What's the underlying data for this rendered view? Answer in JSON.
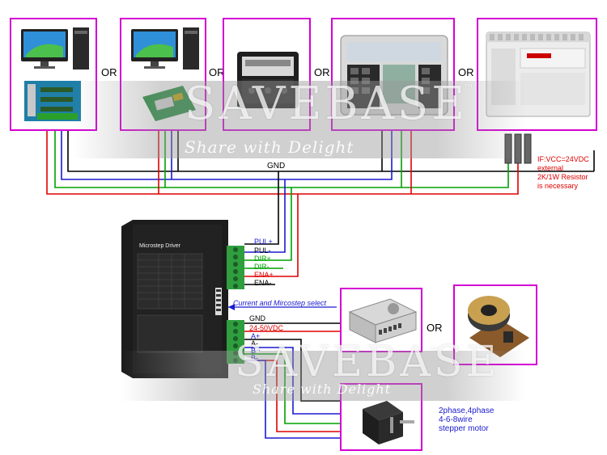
{
  "devices_top": {
    "or_labels": [
      "OR",
      "OR",
      "OR",
      "OR"
    ]
  },
  "watermark": {
    "main": "SAVEBASE",
    "trademark": "™",
    "tagline": "Share with Delight"
  },
  "wiring_top": {
    "gnd_label": "GND",
    "resistor_note": "IF:VCC=24VDC\nexternal\n2K/1W Resistor\nis necessary"
  },
  "driver": {
    "title": "Microstep Driver",
    "signal_labels": [
      "PUL+",
      "PUL-",
      "DIR+",
      "DIR-",
      "ENA+",
      "ENA-"
    ],
    "signal_colors": [
      "#1a1ad0",
      "#000000",
      "#00a000",
      "#00a000",
      "#e00000",
      "#000000"
    ],
    "selector_note": "Current and Mircostep select",
    "power_labels": [
      "GND",
      "24-50VDC"
    ],
    "power_colors": [
      "#000000",
      "#e00000"
    ],
    "motor_labels": [
      "A+",
      "A-",
      "B+",
      "B-"
    ],
    "motor_colors": [
      "#1a1ad0",
      "#000000",
      "#00a000",
      "#e00000"
    ]
  },
  "power": {
    "or_label": "OR"
  },
  "motor_note": "2phase,4phase\n4-6-8wire\nstepper motor"
}
